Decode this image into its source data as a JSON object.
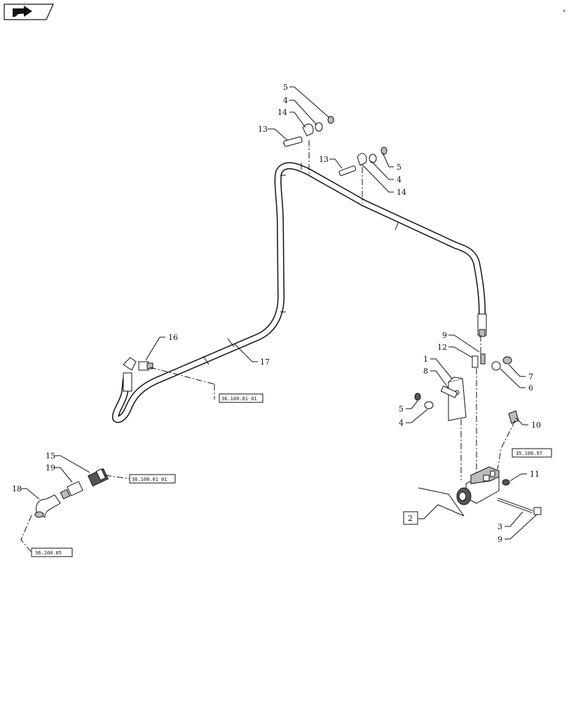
{
  "toolbar": {
    "nav_icon": "arrow-right-icon"
  },
  "callouts": {
    "c1": "1",
    "c2": "2",
    "c3": "3",
    "c4a": "4",
    "c4b": "4",
    "c4c": "4",
    "c5a": "5",
    "c5b": "5",
    "c5c": "5",
    "c6": "6",
    "c7": "7",
    "c8": "8",
    "c9a": "9",
    "c9b": "9",
    "c10": "10",
    "c11": "11",
    "c12": "12",
    "c13a": "13",
    "c13b": "13",
    "c14a": "14",
    "c14b": "14",
    "c15": "15",
    "c16": "16",
    "c17": "17",
    "c18": "18",
    "c19": "19"
  },
  "references": {
    "ref_a": "36.100.01 01",
    "ref_b": "35.100.97",
    "ref_c": "36.100.01 01",
    "ref_d": "36.100.05"
  }
}
